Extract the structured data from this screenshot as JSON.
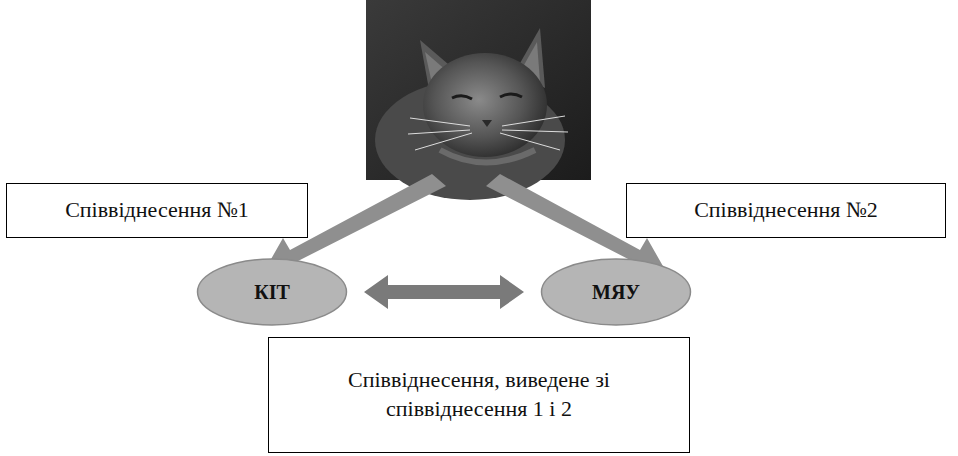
{
  "diagram": {
    "nodes": [
      {
        "text": [
          "Співвіднесення №1"
        ]
      },
      {
        "text": [
          "Співвіднесення №2"
        ]
      },
      {
        "text": [
          "КІТ"
        ]
      },
      {
        "text": [
          "МЯУ"
        ]
      },
      {
        "text": [
          "Співвіднесення, виведене зі співвіднесення 1 і 2"
        ]
      }
    ],
    "edges": [
      {
        "from": 2,
        "to": 3,
        "arrow": "both"
      }
    ]
  }
}
